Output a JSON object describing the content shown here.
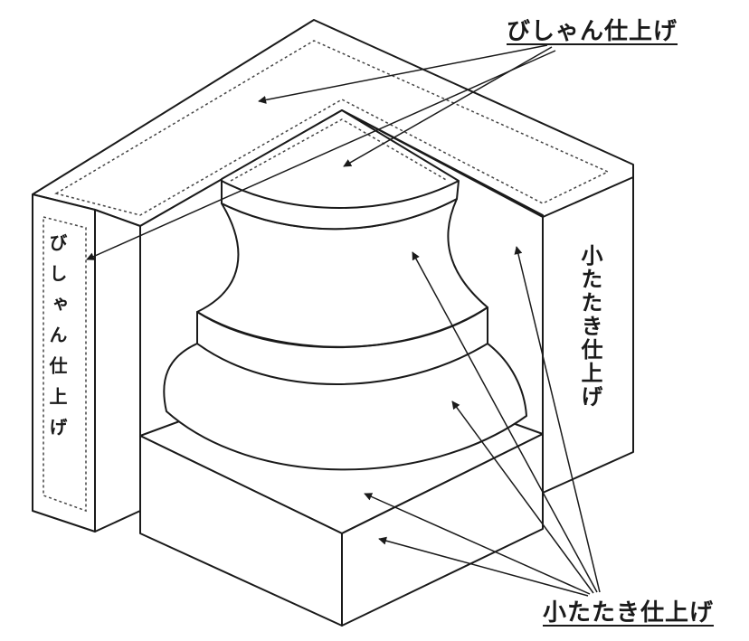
{
  "labels": {
    "top": "びしゃん仕上げ",
    "left_vertical": "びしゃん仕上げ",
    "right_vertical": "小たたき仕上げ",
    "bottom": "小たたき仕上げ"
  },
  "colors": {
    "line": "#1a1a1a",
    "face": "#ffffff",
    "dotted_border": "#444444"
  }
}
